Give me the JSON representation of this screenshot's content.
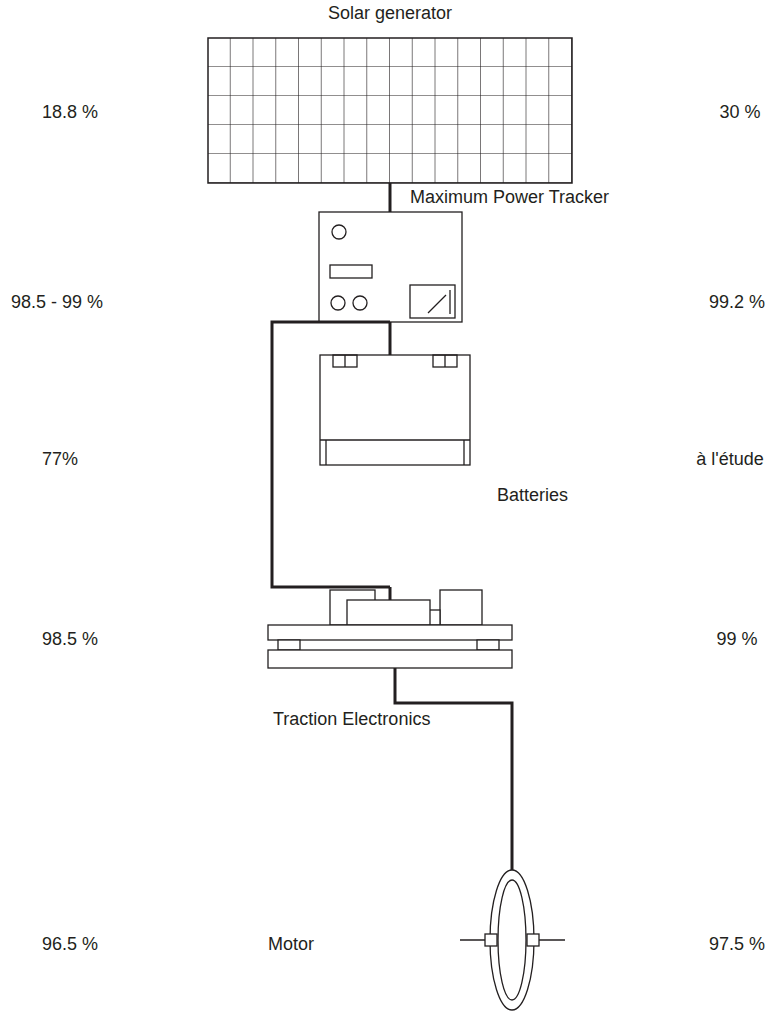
{
  "diagram": {
    "nodes": [
      {
        "text": [
          "Solar generator"
        ]
      },
      {
        "text": [
          "Maximum Power Tracker"
        ]
      },
      {
        "text": [
          "Batteries"
        ]
      },
      {
        "text": [
          "Traction Electronics"
        ]
      },
      {
        "text": [
          "Motor"
        ]
      }
    ],
    "edges": [
      {
        "from": 0,
        "to": 1,
        "arrow": "none"
      },
      {
        "from": 1,
        "to": 2,
        "arrow": "none"
      },
      {
        "from": 1,
        "to": 3,
        "arrow": "none"
      },
      {
        "from": 3,
        "to": 4,
        "arrow": "none"
      }
    ],
    "labels": [
      "18.8 %",
      "30 %",
      "98.5 - 99 %",
      "99.2 %",
      "77%",
      "à l'étude",
      "98.5 %",
      "99 %",
      "96.5 %",
      "97.5 %"
    ]
  }
}
